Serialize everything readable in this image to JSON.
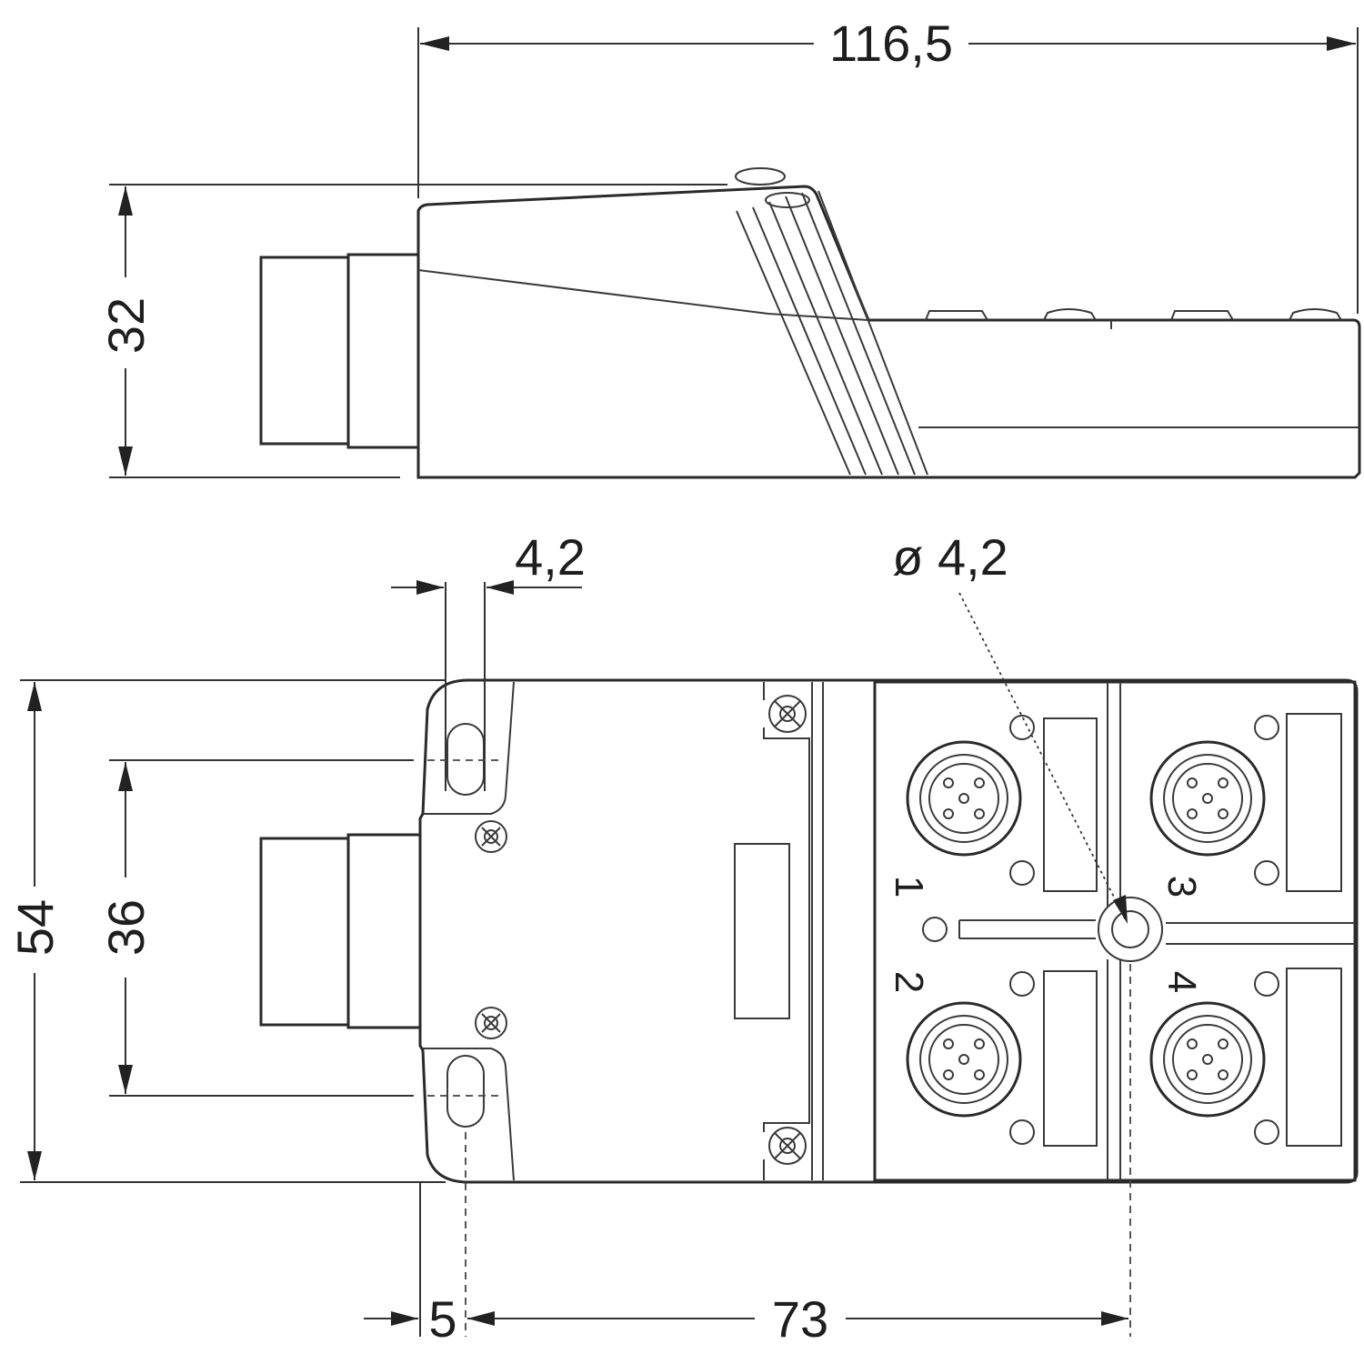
{
  "dimensions": {
    "overall_length": "116,5",
    "height": "32",
    "slot_width": "4,2",
    "hole_diameter": "ø 4,2",
    "width": "54",
    "hole_spacing": "36",
    "edge_offset": "5",
    "hole_distance": "73"
  },
  "ports": [
    "1",
    "2",
    "3",
    "4"
  ],
  "colors": {
    "line": "#2a2a2a",
    "background": "#ffffff"
  }
}
